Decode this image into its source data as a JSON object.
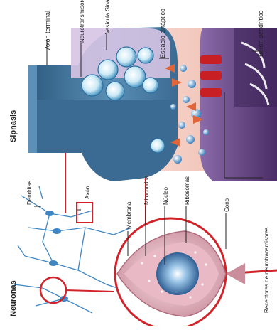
{
  "sections": {
    "synapse": "Sipnasis",
    "neurons": "Neuronas"
  },
  "labels": {
    "axon_terminal": "Axón terminal",
    "neurotransmitters": "Neurotransmisores",
    "synaptic_vesicle": "Vesícula Sináptica",
    "synaptic_space": "Espacio sináptico",
    "dendritic_button": "Botón dendrítico",
    "receptors": "Receptores de neurotransmisores",
    "dendrites": "Dendritas",
    "axon": "Axón",
    "membrane": "Membrana",
    "mitochondria": "Mitocondria",
    "nucleus": "Núcleo",
    "ribosomes": "Ribosomas",
    "cone": "Cono"
  },
  "colors": {
    "axon_terminal": "#4f82a8",
    "axon_terminal_dark": "#2e5b80",
    "dendrite_button": "#6a4a86",
    "dendrite_button_dark": "#3d2557",
    "synaptic_space": "#f4cfc6",
    "vesicle": "#bfe3f2",
    "receptor": "#c81f24",
    "accent_red": "#d2232a",
    "neuron_blue": "#3f86c2",
    "cell_pink": "#d9a2ae"
  }
}
